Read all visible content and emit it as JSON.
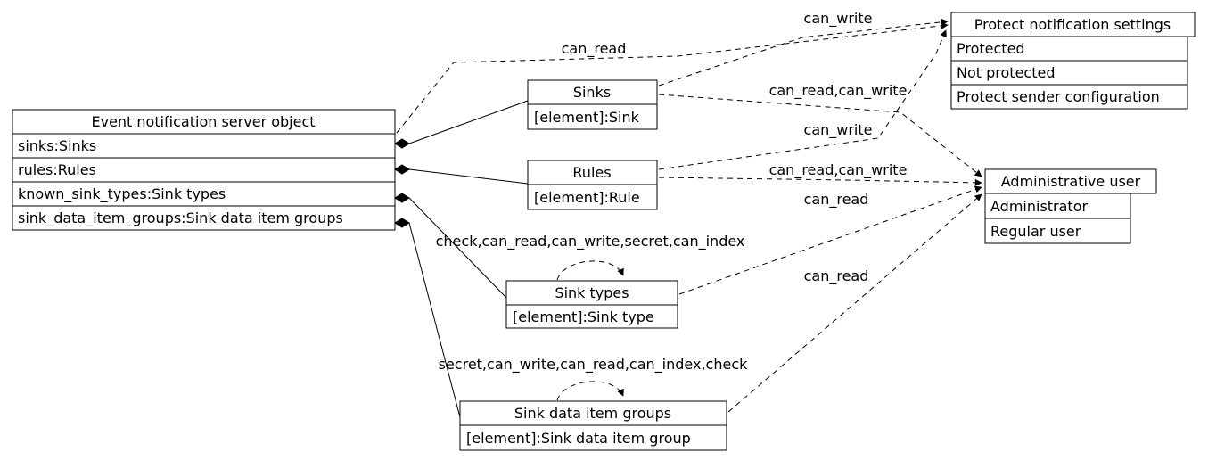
{
  "colors": {
    "background": "#ffffff",
    "line": "#000000",
    "text": "#000000"
  },
  "nodes": {
    "server": {
      "title": "Event notification server object",
      "rows": [
        "sinks:Sinks",
        "rules:Rules",
        "known_sink_types:Sink types",
        "sink_data_item_groups:Sink data item groups"
      ]
    },
    "sinks": {
      "title": "Sinks",
      "rows": [
        "[element]:Sink"
      ]
    },
    "rules": {
      "title": "Rules",
      "rows": [
        "[element]:Rule"
      ]
    },
    "sink_types": {
      "title": "Sink types",
      "rows": [
        "[element]:Sink type"
      ]
    },
    "sink_data_item_groups": {
      "title": "Sink data item groups",
      "rows": [
        "[element]:Sink data item group"
      ]
    },
    "protect_settings": {
      "title": "Protect notification settings",
      "rows": [
        "Protected",
        "Not protected",
        "Protect sender configuration"
      ]
    },
    "admin_user": {
      "title": "Administrative user",
      "rows": [
        "Administrator",
        "Regular user"
      ]
    }
  },
  "edges": {
    "server_to_protect": "can_read",
    "sinks_to_protect": "can_write",
    "sinks_to_admin": "can_read,can_write",
    "rules_to_protect": "can_write",
    "rules_to_admin": "can_read,can_write",
    "sink_types_to_admin": "can_read",
    "sink_groups_to_admin": "can_read",
    "sink_types_self": "check,can_read,can_write,secret,can_index",
    "sink_groups_self": "secret,can_write,can_read,can_index,check"
  }
}
